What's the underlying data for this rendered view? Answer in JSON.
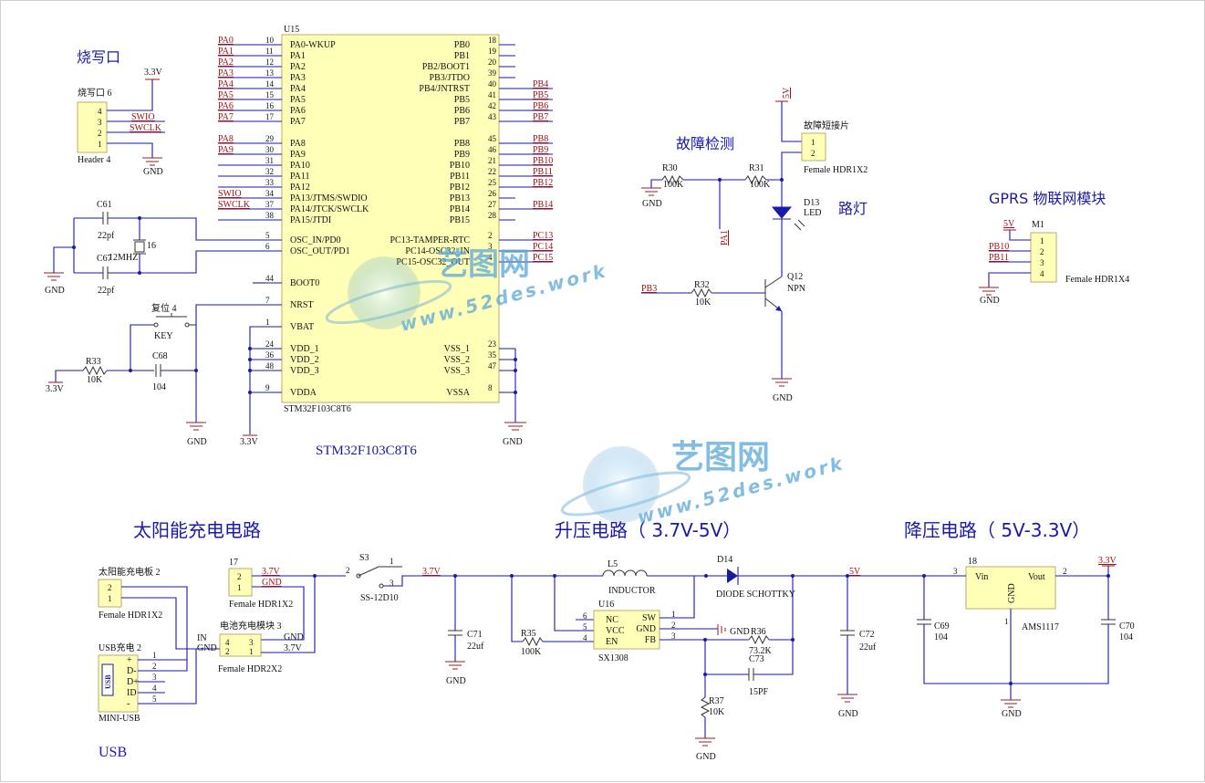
{
  "mcu": {
    "ref": "U15",
    "part": "STM32F103C8T6",
    "title": "STM32F103C8T6",
    "left_pins": [
      {
        "num": "10",
        "name": "PA0-WKUP",
        "net": "PA0"
      },
      {
        "num": "11",
        "name": "PA1",
        "net": "PA1"
      },
      {
        "num": "12",
        "name": "PA2",
        "net": "PA2"
      },
      {
        "num": "13",
        "name": "PA3",
        "net": "PA3"
      },
      {
        "num": "14",
        "name": "PA4",
        "net": "PA4"
      },
      {
        "num": "15",
        "name": "PA5",
        "net": "PA5"
      },
      {
        "num": "16",
        "name": "PA6",
        "net": "PA6"
      },
      {
        "num": "17",
        "name": "PA7",
        "net": "PA7"
      },
      {
        "num": "29",
        "name": "PA8",
        "net": "PA8"
      },
      {
        "num": "30",
        "name": "PA9",
        "net": "PA9"
      },
      {
        "num": "31",
        "name": "PA10",
        "net": ""
      },
      {
        "num": "32",
        "name": "PA11",
        "net": ""
      },
      {
        "num": "33",
        "name": "PA12",
        "net": ""
      },
      {
        "num": "34",
        "name": "PA13/JTMS/SWDIO",
        "net": "SWIO"
      },
      {
        "num": "37",
        "name": "PA14/JTCK/SWCLK",
        "net": "SWCLK"
      },
      {
        "num": "38",
        "name": "PA15/JTDI",
        "net": ""
      },
      {
        "num": "5",
        "name": "OSC_IN/PD0",
        "net": ""
      },
      {
        "num": "6",
        "name": "OSC_OUT/PD1",
        "net": ""
      },
      {
        "num": "44",
        "name": "BOOT0",
        "net": ""
      },
      {
        "num": "7",
        "name": "NRST",
        "net": ""
      },
      {
        "num": "1",
        "name": "VBAT",
        "net": ""
      },
      {
        "num": "24",
        "name": "VDD_1",
        "net": ""
      },
      {
        "num": "36",
        "name": "VDD_2",
        "net": ""
      },
      {
        "num": "48",
        "name": "VDD_3",
        "net": ""
      },
      {
        "num": "9",
        "name": "VDDA",
        "net": ""
      }
    ],
    "right_pins": [
      {
        "num": "18",
        "name": "PB0",
        "net": ""
      },
      {
        "num": "19",
        "name": "PB1",
        "net": ""
      },
      {
        "num": "20",
        "name": "PB2/BOOT1",
        "net": ""
      },
      {
        "num": "39",
        "name": "PB3/JTDO",
        "net": ""
      },
      {
        "num": "40",
        "name": "PB4/JNTRST",
        "net": "PB4"
      },
      {
        "num": "41",
        "name": "PB5",
        "net": "PB5"
      },
      {
        "num": "42",
        "name": "PB6",
        "net": "PB6"
      },
      {
        "num": "43",
        "name": "PB7",
        "net": "PB7"
      },
      {
        "num": "45",
        "name": "PB8",
        "net": "PB8"
      },
      {
        "num": "46",
        "name": "PB9",
        "net": "PB9"
      },
      {
        "num": "21",
        "name": "PB10",
        "net": "PB10"
      },
      {
        "num": "22",
        "name": "PB11",
        "net": "PB11"
      },
      {
        "num": "25",
        "name": "PB12",
        "net": "PB12"
      },
      {
        "num": "26",
        "name": "PB13",
        "net": ""
      },
      {
        "num": "27",
        "name": "PB14",
        "net": "PB14"
      },
      {
        "num": "28",
        "name": "PB15",
        "net": ""
      },
      {
        "num": "2",
        "name": "PC13-TAMPER-RTC",
        "net": "PC13"
      },
      {
        "num": "3",
        "name": "PC14-OSC32_IN",
        "net": "PC14"
      },
      {
        "num": "4",
        "name": "PC15-OSC32_OUT",
        "net": "PC15"
      },
      {
        "num": "23",
        "name": "VSS_1",
        "net": ""
      },
      {
        "num": "35",
        "name": "VSS_2",
        "net": ""
      },
      {
        "num": "47",
        "name": "VSS_3",
        "net": ""
      },
      {
        "num": "8",
        "name": "VSSA",
        "net": ""
      }
    ]
  },
  "programming": {
    "title": "烧写口",
    "ref": "烧写口 6",
    "part": "Header 4",
    "pins": [
      "4",
      "3",
      "2",
      "1"
    ],
    "nets": [
      "SWIO",
      "SWCLK"
    ],
    "vcc": "3.3V",
    "gnd": "GND"
  },
  "crystal": {
    "c61": "C61",
    "c61_val": "22pf",
    "c67": "C67",
    "c67_val": "22pf",
    "y": "16",
    "y_val": "12MHZ",
    "gnd": "GND"
  },
  "reset": {
    "sw": "复位 4",
    "sw_val": "KEY",
    "r33": "R33",
    "r33_val": "10K",
    "c68": "C68",
    "c68_val": "104",
    "vcc": "3.3V",
    "gnd": "GND"
  },
  "mcu_misc": {
    "vcc": "3.3V",
    "gnd": "GND"
  },
  "fault": {
    "title": "故障检测",
    "lamp": "路灯",
    "r30": "R30",
    "r30_val": "100K",
    "r31": "R31",
    "r31_val": "100K",
    "pa1": "PA1",
    "jumper": "故障短接片",
    "jumper_part": "Female HDR1X2",
    "jumper_pins": [
      "1",
      "2"
    ],
    "led": "D13",
    "led_val": "LED",
    "q": "Q12",
    "q_val": "NPN",
    "r32": "R32",
    "r32_val": "10K",
    "pb3": "PB3",
    "v5": "5V",
    "gnd": "GND"
  },
  "gprs": {
    "title": "GPRS 物联网模块",
    "ref": "M1",
    "part": "Female HDR1X4",
    "pins": [
      "1",
      "2",
      "3",
      "4"
    ],
    "nets": [
      "5V",
      "PB10",
      "PB11"
    ],
    "gnd": "GND"
  },
  "solar": {
    "title": "太阳能充电电路",
    "panel": "太阳能充电板 2",
    "panel_part": "Female HDR1X2",
    "panel_pins": [
      "2",
      "1"
    ],
    "j17": "17",
    "j17_part": "Female HDR1X2",
    "j17_pins": [
      "2",
      "1"
    ],
    "j17_nets": [
      "3.7V",
      "GND"
    ],
    "module": "电池充电模块 3",
    "module_part": "Female HDR2X2",
    "module_pins": [
      "4",
      "2",
      "3",
      "1"
    ],
    "module_nets": [
      "IN",
      "GND",
      "GND",
      "3.7V"
    ],
    "usb": "USB充电 2",
    "usb_part": "MINI-USB",
    "usb_logo": "USB",
    "usb_pins": [
      "1",
      "2",
      "3",
      "4",
      "5"
    ],
    "usb_pin_names": [
      "+",
      "D-",
      "D+",
      "ID",
      "-"
    ],
    "usb_label": "USB"
  },
  "boost": {
    "title": "升压电路（ 3.7V-5V）",
    "s3": "S3",
    "s3_val": "SS-12D10",
    "s3_pins": [
      "2",
      "1",
      "3"
    ],
    "l5": "L5",
    "l5_val": "INDUCTOR",
    "d14": "D14",
    "d14_val": "DIODE SCHOTTKY",
    "u16": "U16",
    "u16_val": "SX1308",
    "u16_left": [
      {
        "num": "6",
        "name": "NC"
      },
      {
        "num": "5",
        "name": "VCC"
      },
      {
        "num": "4",
        "name": "EN"
      }
    ],
    "u16_right": [
      {
        "num": "1",
        "name": "SW"
      },
      {
        "num": "2",
        "name": "GND"
      },
      {
        "num": "3",
        "name": "FB"
      }
    ],
    "c71": "C71",
    "c71_val": "22uf",
    "r35": "R35",
    "r35_val": "100K",
    "r36": "R36",
    "r36_val": "73.2K",
    "c73": "C73",
    "c73_val": "15PF",
    "r37": "R37",
    "r37_val": "10K",
    "c72": "C72",
    "c72_val": "22uf",
    "nets": [
      "3.7V",
      "5V"
    ],
    "gnd": "GND"
  },
  "buck": {
    "title": "降压电路（ 5V-3.3V）",
    "u": "18",
    "u_val": "AMS1117",
    "pins": [
      {
        "num": "3",
        "name": "Vin"
      },
      {
        "num": "2",
        "name": "Vout"
      },
      {
        "num": "1",
        "name": "GND"
      }
    ],
    "c69": "C69",
    "c69_val": "104",
    "c70": "C70",
    "c70_val": "104",
    "vout": "3.3V",
    "gnd": "GND"
  },
  "watermark": {
    "brand": "艺图网",
    "url": "www.52des.work"
  },
  "colors": {
    "wire": "#1a1aa8",
    "net": "#a01010",
    "body": "#ffffb8",
    "power": "#a01010"
  }
}
